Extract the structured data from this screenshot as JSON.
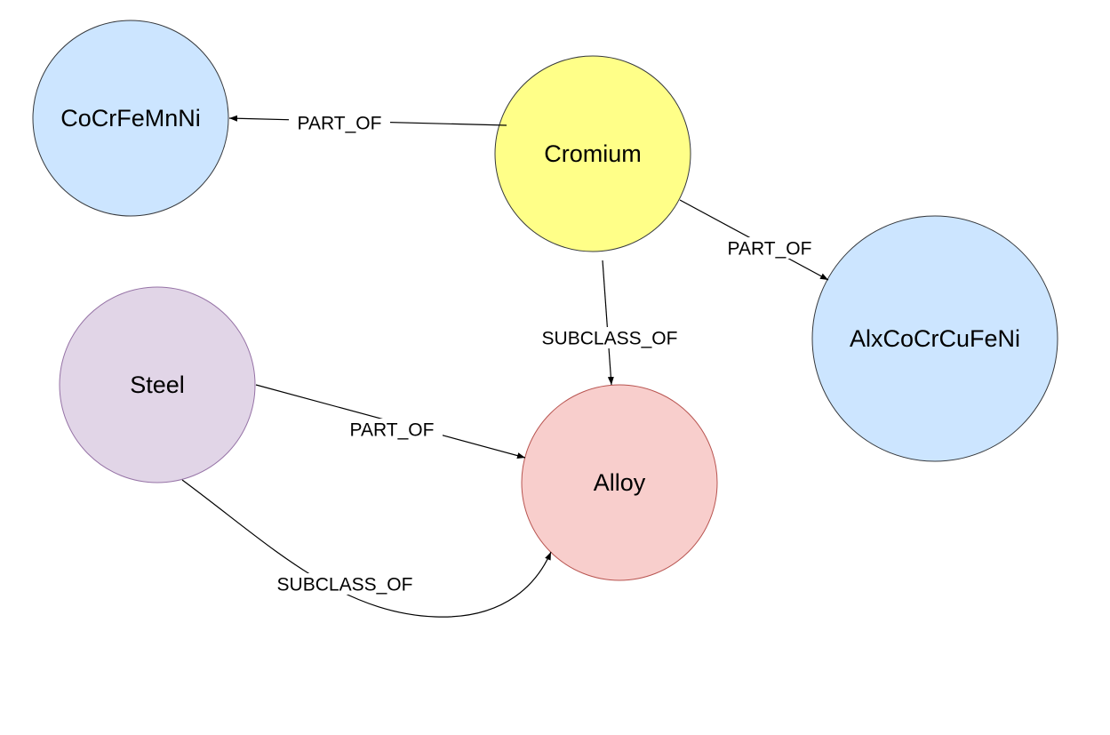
{
  "nodes": {
    "cocrfemnni": {
      "label": "CoCrFeMnNi",
      "fill": "#cce5ff",
      "stroke": "#36393d"
    },
    "cromium": {
      "label": "Cromium",
      "fill": "#ffff88",
      "stroke": "#36393d"
    },
    "alxcocrcufeni": {
      "label": "AlxCoCrCuFeNi",
      "fill": "#cce5ff",
      "stroke": "#36393d"
    },
    "steel": {
      "label": "Steel",
      "fill": "#e1d5e7",
      "stroke": "#9673a6"
    },
    "alloy": {
      "label": "Alloy",
      "fill": "#f8cecc",
      "stroke": "#b85450"
    }
  },
  "edges": {
    "cromium_cocrfemnni": {
      "from": "Cromium",
      "to": "CoCrFeMnNi",
      "label": "PART_OF"
    },
    "cromium_alxcocrcufeni": {
      "from": "Cromium",
      "to": "AlxCoCrCuFeNi",
      "label": "PART_OF"
    },
    "cromium_alloy": {
      "from": "Cromium",
      "to": "Alloy",
      "label": "SUBCLASS_OF"
    },
    "steel_alloy_partof": {
      "from": "Steel",
      "to": "Alloy",
      "label": "PART_OF"
    },
    "steel_alloy_subclass": {
      "from": "Steel",
      "to": "Alloy",
      "label": "SUBCLASS_OF"
    }
  }
}
